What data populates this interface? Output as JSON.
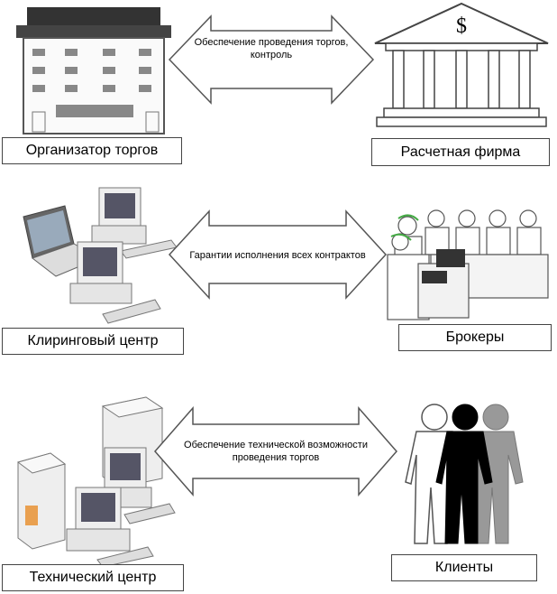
{
  "rows": [
    {
      "left_label": "Организатор торгов",
      "right_label": "Расчетная фирма",
      "arrow_text": [
        "Обеспечение проведения торгов,",
        "контроль"
      ],
      "left_icon": "building-icon",
      "right_icon": "bank-icon",
      "bank_symbol": "$"
    },
    {
      "left_label": "Клиринговый центр",
      "right_label": "Брокеры",
      "arrow_text": [
        "Гарантии исполнения всех контрактов"
      ],
      "left_icon": "computers-icon",
      "right_icon": "brokers-icon"
    },
    {
      "left_label": "Технический центр",
      "right_label": "Клиенты",
      "arrow_text": [
        "Обеспечение технической возможности",
        "проведения торгов"
      ],
      "left_icon": "servers-icon",
      "right_icon": "people-icon"
    }
  ]
}
